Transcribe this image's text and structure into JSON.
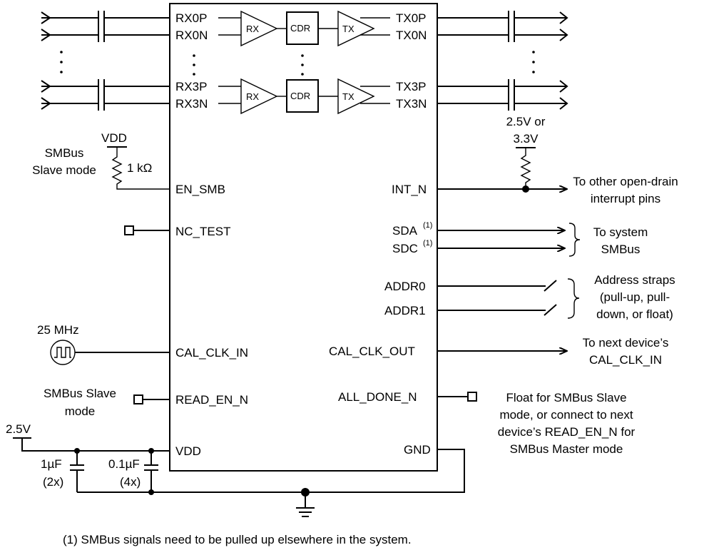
{
  "pins_left": {
    "rx0p": "RX0P",
    "rx0n": "RX0N",
    "rx3p": "RX3P",
    "rx3n": "RX3N",
    "en_smb": "EN_SMB",
    "nc_test": "NC_TEST",
    "cal_clk_in": "CAL_CLK_IN",
    "read_en_n": "READ_EN_N",
    "vdd": "VDD"
  },
  "pins_right": {
    "tx0p": "TX0P",
    "tx0n": "TX0N",
    "tx3p": "TX3P",
    "tx3n": "TX3N",
    "int_n": "INT_N",
    "sda": "SDA",
    "sdc": "SDC",
    "sup1": "(1)",
    "addr0": "ADDR0",
    "addr1": "ADDR1",
    "cal_clk_out": "CAL_CLK_OUT",
    "all_done_n": "ALL_DONE_N",
    "gnd": "GND"
  },
  "blocks": {
    "rx": "RX",
    "cdr": "CDR",
    "tx": "TX"
  },
  "left_side": {
    "vdd_label": "VDD",
    "resistor": "1 kΩ",
    "smbus_slave_mode": [
      "SMBus",
      "Slave mode"
    ],
    "clock_freq": "25 MHz",
    "read_en_note": [
      "SMBus Slave",
      "mode"
    ],
    "supply": "2.5V",
    "cap1_value": "1µF",
    "cap1_count": "(2x)",
    "cap2_value": "0.1µF",
    "cap2_count": "(4x)"
  },
  "right_side": {
    "pullup_voltage": [
      "2.5V or",
      "3.3V"
    ],
    "int_note": [
      "To other open-drain",
      "interrupt pins"
    ],
    "smbus_note": [
      "To system",
      "SMBus"
    ],
    "addr_note": [
      "Address straps",
      "(pull-up, pull-",
      "down, or float)"
    ],
    "cal_clk_note": [
      "To next device’s",
      "CAL_CLK_IN"
    ],
    "all_done_note": [
      "Float for SMBus Slave",
      "mode, or connect to next",
      "device’s READ_EN_N for",
      "SMBus Master mode"
    ]
  },
  "footnote": "(1)  SMBus signals need to be pulled up elsewhere in the system."
}
